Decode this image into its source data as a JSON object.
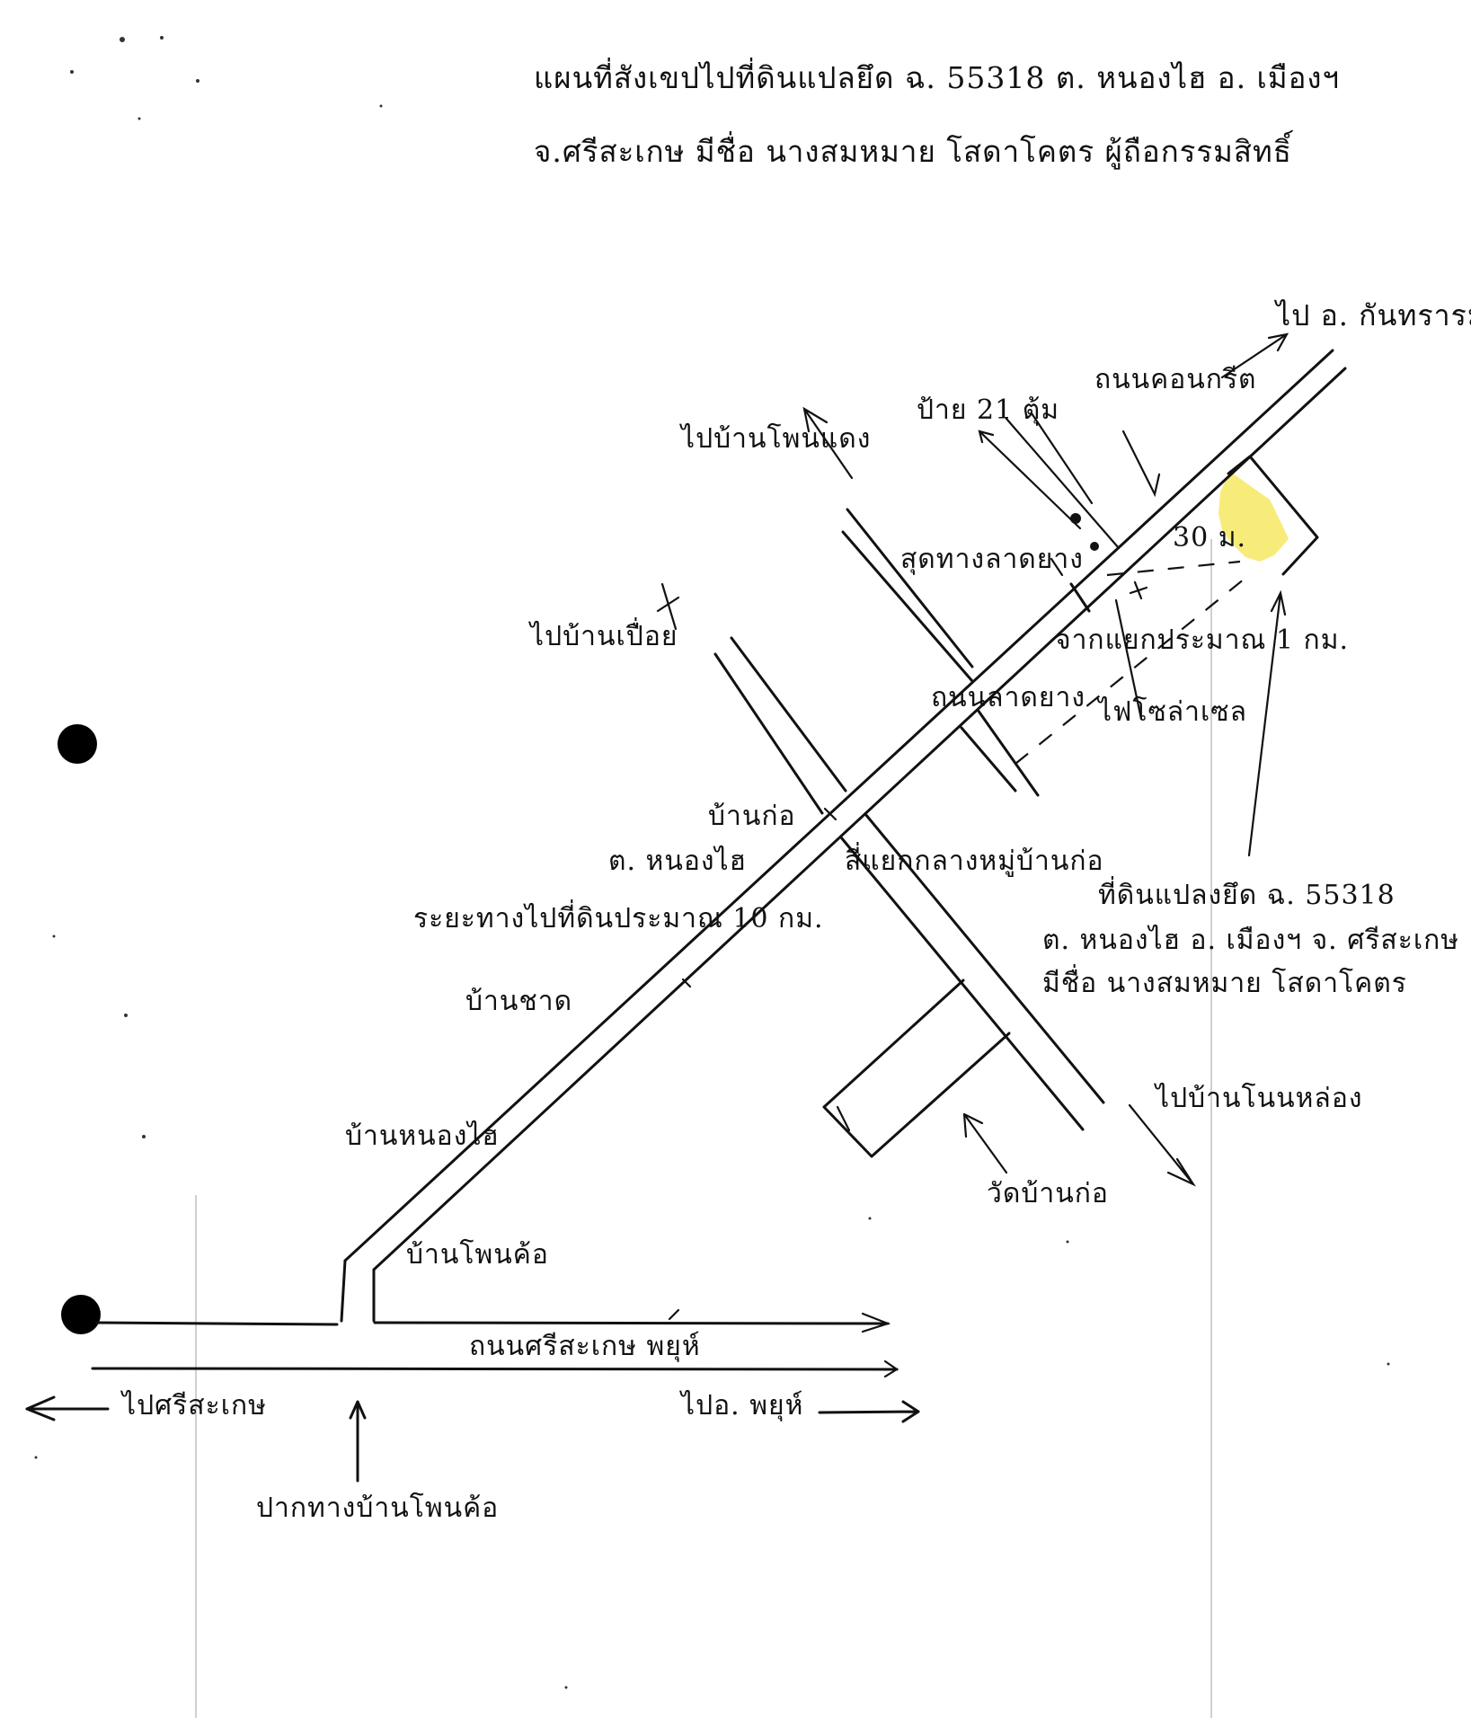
{
  "title": {
    "line1": "แผนที่สังเขปไปที่ดินแปลยึด ฉ. 55318 ต. หนองไฮ อ. เมืองฯ",
    "line2": "จ.ศรีสะเกษ  มีชื่อ นางสมหมาย โสดาโคตร ผู้ถือกรรมสิทธิ์"
  },
  "labels": {
    "to_kanthararom": "ไป อ. กันทรารมย์",
    "concrete_road": "ถนนคอนกรีต",
    "sign_21": "ป้าย 21 ตุ้ม",
    "to_ban_phon_daeng": "ไปบ้านโพนแดง",
    "end_of_paved_road": "สุดทางลาดยาง",
    "distance_30m": "30 ม.",
    "to_ban_puay": "ไปบ้านเปื่อย",
    "from_junction_1km": "จากแยกประมาณ 1 กม.",
    "paved_road": "ถนนลาดยาง",
    "solar_cell_light": "ไฟโซล่าเซล",
    "ban_kor": "บ้านก่อ",
    "tambon_nong_hai": "ต. หนองไฮ",
    "crossroad_center": "สี่แยกกลางหมู่บ้านก่อ",
    "distance_10km": "ระยะทางไปที่ดินประมาณ 10 กม.",
    "parcel_line1": "ที่ดินแปลงยึด ฉ. 55318",
    "parcel_line2": "ต. หนองไฮ อ. เมืองฯ จ. ศรีสะเกษ",
    "parcel_line3": "มีชื่อ นางสมหมาย โสดาโคตร",
    "ban_chat": "บ้านชาด",
    "ban_nong_hai": "บ้านหนองไฮ",
    "to_ban_non_long": "ไปบ้านโนนหล่อง",
    "ban_phon_kho": "บ้านโพนค้อ",
    "wat_ban_kor": "วัดบ้านก่อ",
    "sisaket_phayu_road": "ถนนศรีสะเกษ พยุห์",
    "to_sisaket": "ไปศรีสะเกษ",
    "to_phayu": "ไปอ. พยุห์",
    "ban_phon_kho_entrance": "ปากทางบ้านโพนค้อ"
  },
  "colors": {
    "ink": "#111111",
    "parcel_highlight": "#f7ec7a",
    "paper": "#ffffff"
  }
}
